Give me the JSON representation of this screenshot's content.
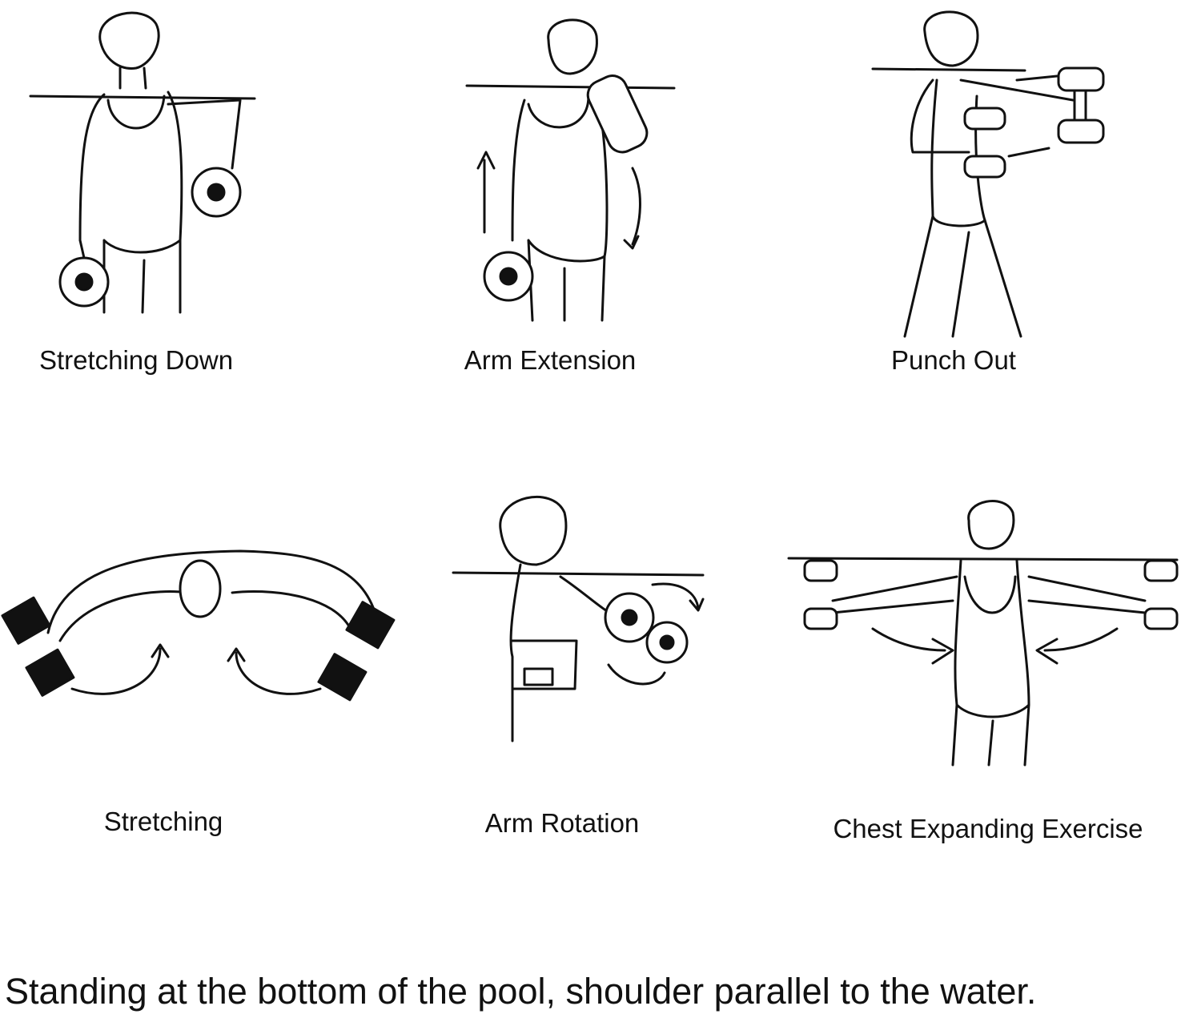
{
  "exercises": [
    {
      "label": "Stretching Down"
    },
    {
      "label": "Arm Extension"
    },
    {
      "label": "Punch Out"
    },
    {
      "label": "Stretching"
    },
    {
      "label": "Arm Rotation"
    },
    {
      "label": "Chest Expanding Exercise"
    }
  ],
  "caption": "Standing at the bottom of the pool, shoulder parallel to the water."
}
